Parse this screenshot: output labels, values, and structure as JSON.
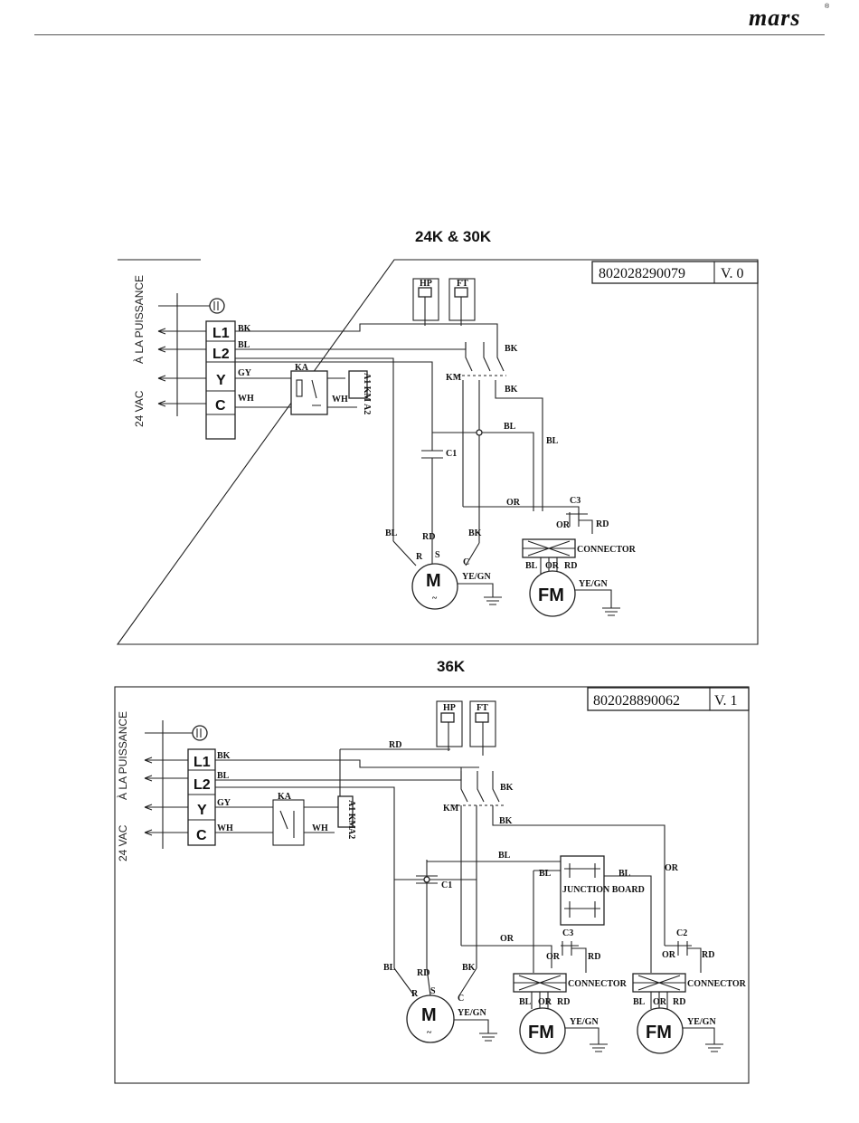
{
  "header": {
    "logo_text": "mars",
    "logo_mark": "®"
  },
  "diagram1": {
    "title": "24K & 30K",
    "part_number": "802028290079",
    "version": "V. 0",
    "side_label_top": "À LA PUISSANCE",
    "side_label_bottom": "24 VAC",
    "terminals": [
      "L1",
      "L2",
      "Y",
      "C"
    ],
    "wire_labels": {
      "bk": "BK",
      "bl": "BL",
      "gy": "GY",
      "wh": "WH",
      "rd": "RD",
      "or": "OR",
      "yegn": "YE/GN"
    },
    "components": {
      "hp": "HP",
      "ft": "FT",
      "ka": "KA",
      "km": "KM",
      "c1": "C1",
      "c3": "C3",
      "connector": "CONNECTOR",
      "compressor": "M",
      "fan_motor": "FM",
      "coil_a": "A1 KM",
      "coil_b": "A2"
    },
    "motor_terminals": {
      "r": "R",
      "s": "S",
      "c": "C"
    }
  },
  "diagram2": {
    "title": "36K",
    "part_number": "802028890062",
    "version": "V. 1",
    "side_label_top": "À LA PUISSANCE",
    "side_label_bottom": "24 VAC",
    "terminals": [
      "L1",
      "L2",
      "Y",
      "C"
    ],
    "wire_labels": {
      "bk": "BK",
      "bl": "BL",
      "gy": "GY",
      "wh": "WH",
      "rd": "RD",
      "or": "OR",
      "yegn": "YE/GN"
    },
    "components": {
      "hp": "HP",
      "ft": "FT",
      "ka": "KA",
      "km": "KM",
      "c1": "C1",
      "c2": "C2",
      "c3": "C3",
      "connector": "CONNECTOR",
      "compressor": "M",
      "fan_motor": "FM",
      "junction": "JUNCTION BOARD",
      "coil_a": "A1 KM",
      "coil_b": "A2"
    },
    "motor_terminals": {
      "r": "R",
      "s": "S",
      "c": "C"
    }
  }
}
